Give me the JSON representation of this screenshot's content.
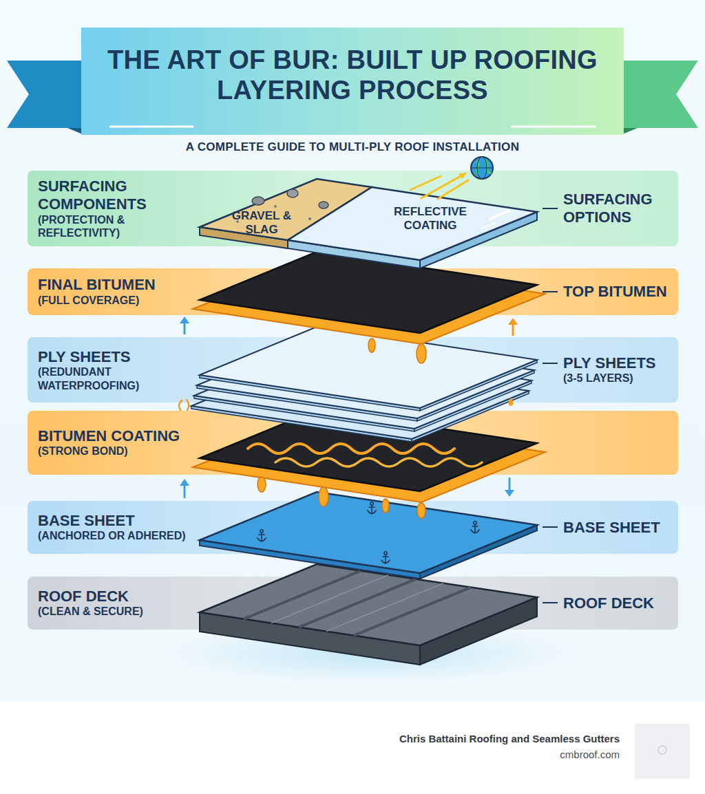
{
  "diagram": {
    "title": "THE ART OF BUR: BUILT UP ROOFING LAYERING PROCESS",
    "nodes": [
      {
        "text": [
          "SURFACING COMPONENTS",
          "(PROTECTION & REFLECTIVITY)",
          "SURFACING OPTIONS"
        ]
      },
      {
        "text": [
          "FINAL BITUMEN",
          "(FULL COVERAGE)",
          "TOP BITUMEN"
        ]
      },
      {
        "text": [
          "PLY SHEETS",
          "(REDUNDANT WATERPROOFING)",
          "PLY SHEETS",
          "(3-5 LAYERS)"
        ]
      },
      {
        "text": [
          "BITUMEN COATING",
          "(STRONG BOND)"
        ]
      },
      {
        "text": [
          "BASE SHEET",
          "(ANCHORED OR ADHERED)",
          "BASE SHEET"
        ]
      },
      {
        "text": [
          "ROOF DECK",
          "(CLEAN & SECURE)",
          "ROOF DECK"
        ]
      }
    ],
    "labels": [
      "A COMPLETE GUIDE TO MULTI-PLY ROOF INSTALLATION",
      "GRAVEL & SLAG",
      "REFLECTIVE COATING",
      "Chris Battaini Roofing and Seamless Gutters",
      "cmbroof.com"
    ]
  }
}
